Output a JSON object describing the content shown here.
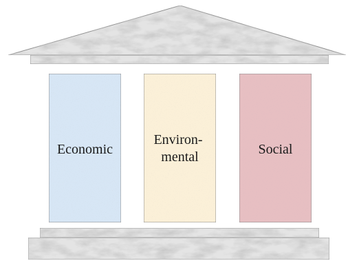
{
  "diagram": {
    "pillars": [
      {
        "id": "economic",
        "label_lines": [
          "Economic"
        ],
        "fill": "#d7e6f5",
        "stroke": "#8a8a8a"
      },
      {
        "id": "environmental",
        "label_lines": [
          "Environ-",
          "mental"
        ],
        "fill": "#fbf0d8",
        "stroke": "#8a8a8a"
      },
      {
        "id": "social",
        "label_lines": [
          "Social"
        ],
        "fill": "#e7bfc2",
        "stroke": "#8a8a8a"
      }
    ],
    "marble": {
      "base": "#e6e6e6",
      "vein": "#9c9c9c",
      "edge": "#8d8d8d"
    }
  }
}
